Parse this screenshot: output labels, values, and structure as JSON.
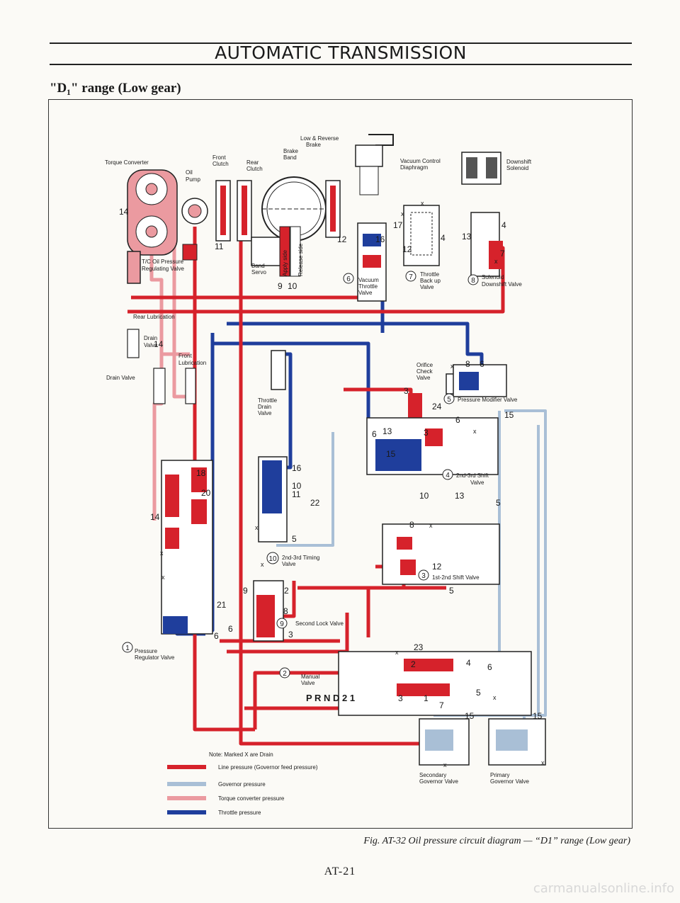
{
  "header": {
    "title": "AUTOMATIC TRANSMISSION"
  },
  "section_title": "\"D₁\" range (Low gear)",
  "caption": "Fig. AT-32  Oil pressure circuit diagram — “D1” range (Low gear)",
  "page_number": "AT-21",
  "watermark": "carmanualsonline.info",
  "colors": {
    "line_pressure": "#d6222b",
    "governor_pressure": "#a9bfd6",
    "torque_converter_pressure": "#eb9aa0",
    "throttle_pressure": "#1f3e9c",
    "component_fill": "#ffffff",
    "outline": "#222222"
  },
  "labels": {
    "torque_converter": "Torque Converter",
    "oil_pump_1": "Oil",
    "oil_pump_2": "Pump",
    "front_clutch_1": "Front",
    "front_clutch_2": "Clutch",
    "rear_clutch_1": "Rear",
    "rear_clutch_2": "Clutch",
    "low_reverse_brake_1": "Low & Reverse",
    "low_reverse_brake_2": "Brake",
    "brake_band_1": "Brake",
    "brake_band_2": "Band",
    "vacuum_control_1": "Vacuum Control",
    "vacuum_control_2": "Diaphragm",
    "downshift_solenoid_1": "Downshift",
    "downshift_solenoid_2": "Solenoid",
    "tc_regulating_1": "T/C Oil Pressure",
    "tc_regulating_2": "Regulating Valve",
    "band_servo_1": "Band",
    "band_servo_2": "Servo",
    "apply_side": "Apply side",
    "release_side": "Release side",
    "vacuum_throttle_1": "Vacuum",
    "vacuum_throttle_2": "Throttle",
    "vacuum_throttle_3": "Valve",
    "throttle_backup_1": "Throttle",
    "throttle_backup_2": "Back up",
    "throttle_backup_3": "Valve",
    "solenoid_downshift_1": "Solenoid",
    "solenoid_downshift_2": "Downshift Valve",
    "rear_lubrication": "Rear Lubrication",
    "drain_valve_small_1": "Drain",
    "drain_valve_small_2": "Valve",
    "front_lubrication_1": "Front",
    "front_lubrication_2": "Lubrication",
    "drain_valve": "Drain Valve",
    "orifice_check_1": "Orifice",
    "orifice_check_2": "Check",
    "orifice_check_3": "Valve",
    "pressure_modifier": "Pressure Modifier Valve",
    "throttle_drain_1": "Throttle",
    "throttle_drain_2": "Drain",
    "throttle_drain_3": "Valve",
    "shift_23_1": "2nd-3rd Shift",
    "shift_23_2": "Valve",
    "timing_23_1": "2nd-3rd Timing",
    "timing_23_2": "Valve",
    "shift_12": "1st-2nd Shift Valve",
    "second_lock": "Second Lock Valve",
    "pressure_regulator_1": "Pressure",
    "pressure_regulator_2": "Regulator Valve",
    "manual_valve_1": "Manual",
    "manual_valve_2": "Valve",
    "prnd21": "P R N D 2 1",
    "secondary_governor_1": "Secondary",
    "secondary_governor_2": "Governor Valve",
    "primary_governor_1": "Primary",
    "primary_governor_2": "Governor Valve"
  },
  "markers": {
    "m1": "1",
    "m2": "2",
    "m3": "3",
    "m4": "4",
    "m5": "5",
    "m6": "6",
    "m7": "7",
    "m8": "8",
    "m9": "9",
    "m10": "10"
  },
  "line_numbers": {
    "n14": "14",
    "n17": "17",
    "n16": "16",
    "n12": "12",
    "n4": "4",
    "n13": "13",
    "n7": "7",
    "n11": "11",
    "n9": "9",
    "n10": "10",
    "n8": "8",
    "n6": "6",
    "n24": "24",
    "n3": "3",
    "n15": "15",
    "n18": "18",
    "n20": "20",
    "n22": "22",
    "n5": "5",
    "n2": "2",
    "n21": "21",
    "n23": "23",
    "n1": "1",
    "nx": "x"
  },
  "legend": {
    "note": "Note: Marked X are Drain",
    "items": [
      {
        "label": "Line pressure (Governor feed pressure)"
      },
      {
        "label": "Governor pressure"
      },
      {
        "label": "Torque converter pressure"
      },
      {
        "label": "Throttle pressure"
      }
    ]
  }
}
